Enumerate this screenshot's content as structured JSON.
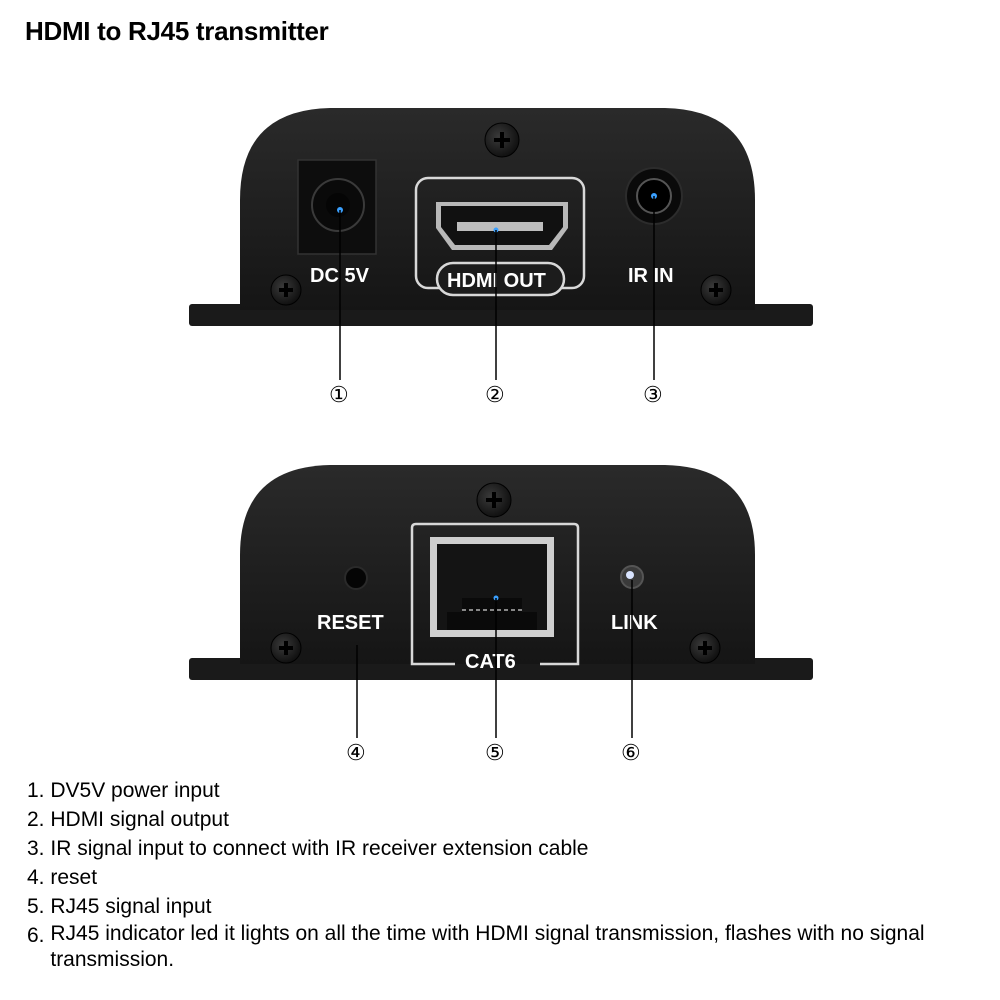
{
  "title": "HDMI to RJ45 transmitter",
  "panel_top": {
    "labels": {
      "dc": "DC 5V",
      "hdmi": "HDMI OUT",
      "ir": "IR IN"
    }
  },
  "panel_bottom": {
    "labels": {
      "reset": "RESET",
      "cat": "CAT6",
      "link": "LINK"
    }
  },
  "callouts": [
    "①",
    "②",
    "③",
    "④",
    "⑤",
    "⑥"
  ],
  "notes": [
    {
      "num": "1.",
      "text": "DV5V power input"
    },
    {
      "num": "2.",
      "text": "HDMI signal output"
    },
    {
      "num": "3.",
      "text": "IR signal input to connect with IR receiver extension cable"
    },
    {
      "num": "4.",
      "text": "reset"
    },
    {
      "num": "5.",
      "text": "RJ45 signal input"
    },
    {
      "num": "6.",
      "text": "RJ45 indicator led it lights on all the time with HDMI signal transmission, flashes with no signal transmission."
    }
  ],
  "colors": {
    "device_body": "#1c1c1c",
    "device_edge": "#2e2e2e",
    "label_text": "#ffffff",
    "led_blue": "#3aa0ff"
  }
}
